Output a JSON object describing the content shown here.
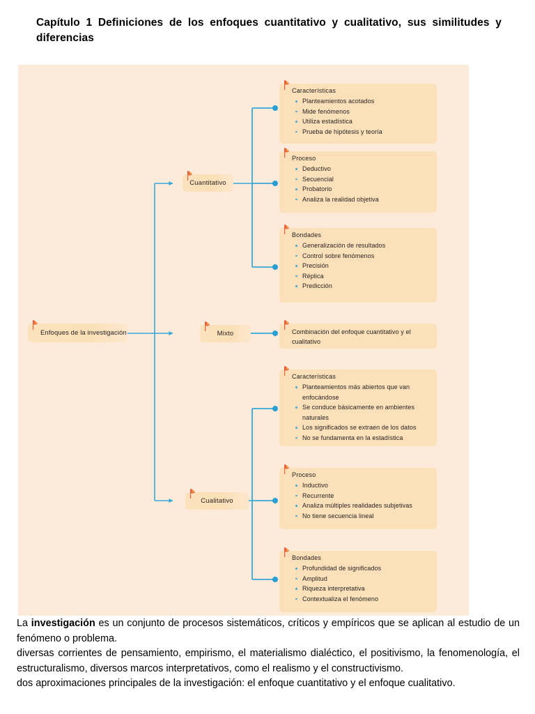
{
  "heading": {
    "text": "Capítulo 1 Definiciones de los enfoques cuantitativo y cualitativo, sus similitudes y diferencias"
  },
  "diagram": {
    "root": {
      "label": "Enfoques de la investigación"
    },
    "branches": [
      {
        "label": "Cuantitativo"
      },
      {
        "label": "Mixto"
      },
      {
        "label": "Cualitativo"
      }
    ],
    "cuantitativo": {
      "caracteristicas": {
        "title": "Características",
        "items": [
          "Planteamientos acotados",
          "Mide fenómenos",
          "Utiliza estadística",
          "Prueba de hipótesis y teoría"
        ]
      },
      "proceso": {
        "title": "Proceso",
        "items": [
          "Deductivo",
          "Secuencial",
          "Probatorio",
          "Analiza la realidad objetiva"
        ]
      },
      "bondades": {
        "title": "Bondades",
        "items": [
          "Generalización de resultados",
          "Control sobre fenómenos",
          "Precisión",
          "Réplica",
          "Predicción"
        ]
      }
    },
    "mixto": {
      "description": "Combinación del enfoque cuantitativo y el cualitativo"
    },
    "cualitativo": {
      "caracteristicas": {
        "title": "Características",
        "items": [
          "Planteamientos más abiertos que van enfocándose",
          "Se conduce básicamente en ambientes naturales",
          "Los significados se extraen de los datos",
          "No se fundamenta en la estadística"
        ]
      },
      "proceso": {
        "title": "Proceso",
        "items": [
          "Inductivo",
          "Recurrente",
          "Analiza múltiples realidades subjetivas",
          "No tiene secuencia lineal"
        ]
      },
      "bondades": {
        "title": "Bondades",
        "items": [
          "Profundidad de significados",
          "Amplitud",
          "Riqueza interpretativa",
          "Contextualiza el fenómeno"
        ]
      }
    },
    "colors": {
      "panel_background": "#fceada",
      "node_background": "#fbe0b9",
      "connector_line": "#35a8d8",
      "bullet": "#4aa8cf",
      "pin": "#e8603c"
    }
  },
  "body": {
    "paragraph_1_prefix": "La ",
    "paragraph_1_bold": "investigación",
    "paragraph_1_rest": " es un conjunto de procesos sistemáticos, críticos y empíricos que se aplican al estudio de un fenómeno o problema.",
    "paragraph_2": "diversas corrientes de pensamiento, empirismo, el materialismo dialéctico, el positivismo, la fenomenología, el estructuralismo, diversos marcos interpretativos, como el realismo y el constructivismo.",
    "paragraph_3": "dos aproximaciones principales de la investigación: el enfoque cuantitativo y el enfoque cualitativo."
  }
}
